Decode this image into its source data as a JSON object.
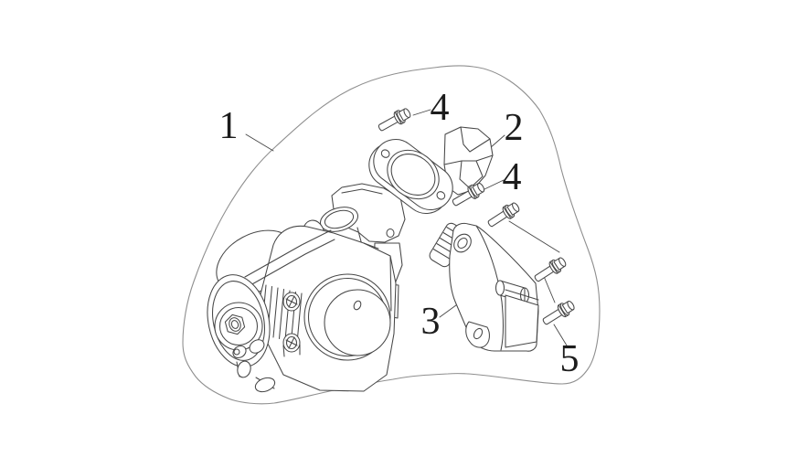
{
  "diagram": {
    "type": "exploded-parts-diagram",
    "background_color": "#ffffff",
    "part_line_color": "#474747",
    "boundary_line_color": "#8f8f8f",
    "label_color": "#1c1c1c",
    "callouts": [
      {
        "label": "1"
      },
      {
        "label": "2"
      },
      {
        "label": "3"
      },
      {
        "label": "4"
      },
      {
        "label": "4"
      },
      {
        "label": "5"
      }
    ]
  }
}
